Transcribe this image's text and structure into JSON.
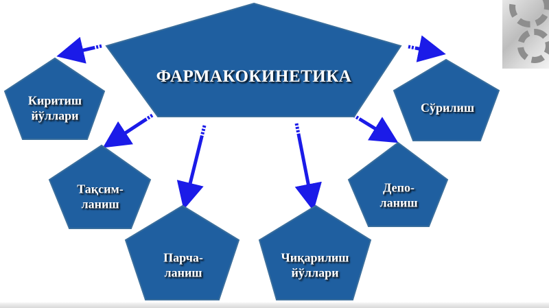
{
  "diagram": {
    "title": "ФАРМАКОКИНЕТИКА",
    "nodes": {
      "kiritish": [
        "Киритиш",
        "йўллари"
      ],
      "surilish": [
        "Сўрилиш"
      ],
      "taksimlanish": [
        "Тақсим-",
        "ланиш"
      ],
      "depolanish": [
        "Депо-",
        "ланиш"
      ],
      "parchalanish": [
        "Парча-",
        "ланиш"
      ],
      "chikarilish": [
        "Чиқарилиш",
        "йўллари"
      ]
    },
    "colors": {
      "shape_fill": "#1f5fa0",
      "shape_stroke": "#3a6e9c",
      "arrow": "#1b1be8",
      "text": "#ffffff"
    }
  }
}
